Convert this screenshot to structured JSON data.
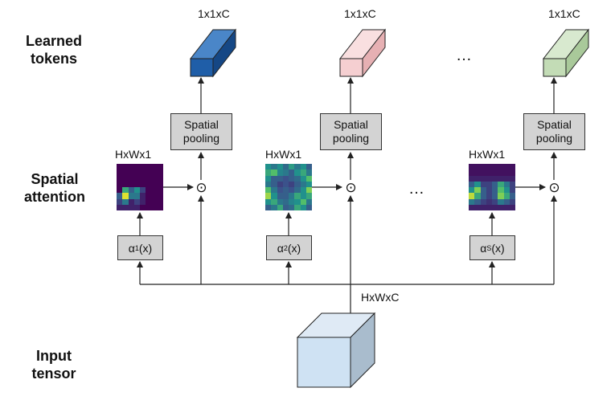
{
  "labels": {
    "learned_tokens": [
      "Learned",
      "tokens"
    ],
    "spatial_attention": [
      "Spatial",
      "attention"
    ],
    "input_tensor": [
      "Input",
      "tensor"
    ]
  },
  "branches": [
    {
      "token_dim": "1x1xC",
      "token_color": "#1f5ea8",
      "pool": [
        "Spatial",
        "pooling"
      ],
      "map_dim": "HxWx1",
      "alpha_sub": "1",
      "heatmap": [
        [
          0,
          0,
          0,
          0,
          0,
          0,
          0,
          0
        ],
        [
          0,
          0,
          0,
          0,
          0,
          0,
          0,
          0
        ],
        [
          0,
          0,
          0,
          0,
          0,
          0,
          0,
          0
        ],
        [
          0,
          0,
          0,
          0,
          0,
          0,
          0,
          0
        ],
        [
          0,
          0.6,
          0.3,
          0.5,
          0.2,
          0,
          0,
          0
        ],
        [
          0.3,
          0.95,
          0.4,
          0.4,
          0.1,
          0,
          0,
          0
        ],
        [
          0.2,
          0.4,
          0.1,
          0.2,
          0.1,
          0,
          0,
          0
        ],
        [
          0.1,
          0.1,
          0.1,
          0.1,
          0,
          0,
          0,
          0
        ]
      ]
    },
    {
      "token_dim": "1x1xC",
      "token_color": "#f2c4c6",
      "pool": [
        "Spatial",
        "pooling"
      ],
      "map_dim": "HxWx1",
      "alpha_sub": "2",
      "heatmap": [
        [
          0.5,
          0.4,
          0.5,
          0.35,
          0.55,
          0.4,
          0.5,
          0.3
        ],
        [
          0.6,
          0.7,
          0.45,
          0.4,
          0.3,
          0.5,
          0.6,
          0.4
        ],
        [
          0.5,
          0.3,
          0.3,
          0.25,
          0.3,
          0.35,
          0.5,
          0.7
        ],
        [
          0.4,
          0.3,
          0.2,
          0.25,
          0.2,
          0.3,
          0.4,
          0.5
        ],
        [
          0.7,
          0.4,
          0.25,
          0.3,
          0.25,
          0.35,
          0.5,
          0.8
        ],
        [
          0.85,
          0.5,
          0.3,
          0.3,
          0.4,
          0.6,
          0.5,
          0.6
        ],
        [
          0.5,
          0.6,
          0.4,
          0.35,
          0.45,
          0.5,
          0.7,
          0.4
        ],
        [
          0.3,
          0.4,
          0.6,
          0.3,
          0.35,
          0.6,
          0.5,
          0.3
        ]
      ]
    },
    {
      "token_dim": "1x1xC",
      "token_color": "#bcd9b0",
      "pool": [
        "Spatial",
        "pooling"
      ],
      "map_dim": "HxWx1",
      "alpha_sub": "S",
      "heatmap": [
        [
          0.05,
          0.05,
          0.05,
          0.05,
          0.05,
          0.05,
          0.05,
          0.05
        ],
        [
          0.05,
          0.05,
          0.05,
          0.05,
          0.05,
          0.05,
          0.05,
          0.05
        ],
        [
          0.1,
          0.1,
          0.1,
          0.1,
          0.1,
          0.1,
          0.1,
          0.1
        ],
        [
          0.3,
          0.5,
          0.2,
          0.2,
          0.3,
          0.6,
          0.4,
          0.2
        ],
        [
          0.5,
          0.8,
          0.3,
          0.2,
          0.3,
          0.7,
          0.5,
          0.2
        ],
        [
          0.9,
          0.6,
          0.3,
          0.2,
          0.3,
          0.8,
          0.6,
          0.3
        ],
        [
          0.4,
          0.3,
          0.2,
          0.15,
          0.2,
          0.4,
          0.3,
          0.2
        ],
        [
          0.1,
          0.1,
          0.1,
          0.1,
          0.1,
          0.1,
          0.1,
          0.1
        ]
      ]
    }
  ],
  "input_dim": "HxWxC",
  "input_color": "#cfe2f3",
  "ellipsis": "…",
  "odot": "⊙",
  "alpha_symbol": "α",
  "alpha_suffix": "(x)"
}
